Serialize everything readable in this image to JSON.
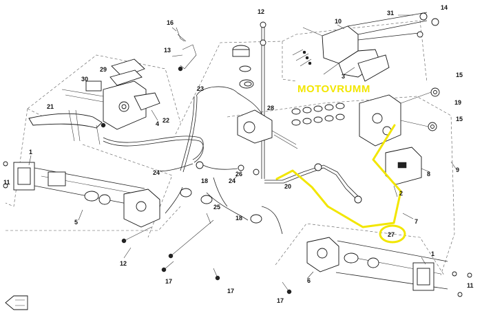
{
  "watermark": "MOTOVRUMM",
  "callouts": [
    {
      "id": "c1a",
      "text": "1"
    },
    {
      "id": "c1b",
      "text": "1"
    },
    {
      "id": "c2",
      "text": "2"
    },
    {
      "id": "c3",
      "text": "3"
    },
    {
      "id": "c4",
      "text": "4"
    },
    {
      "id": "c5",
      "text": "5"
    },
    {
      "id": "c6",
      "text": "6"
    },
    {
      "id": "c7",
      "text": "7"
    },
    {
      "id": "c8",
      "text": "8"
    },
    {
      "id": "c9",
      "text": "9"
    },
    {
      "id": "c10",
      "text": "10"
    },
    {
      "id": "c11a",
      "text": "11"
    },
    {
      "id": "c11b",
      "text": "11"
    },
    {
      "id": "c12a",
      "text": "12"
    },
    {
      "id": "c12b",
      "text": "12"
    },
    {
      "id": "c13",
      "text": "13"
    },
    {
      "id": "c14",
      "text": "14"
    },
    {
      "id": "c15a",
      "text": "15"
    },
    {
      "id": "c15b",
      "text": "15"
    },
    {
      "id": "c16",
      "text": "16"
    },
    {
      "id": "c17a",
      "text": "17"
    },
    {
      "id": "c17b",
      "text": "17"
    },
    {
      "id": "c17c",
      "text": "17"
    },
    {
      "id": "c18a",
      "text": "18"
    },
    {
      "id": "c18b",
      "text": "18"
    },
    {
      "id": "c19",
      "text": "19"
    },
    {
      "id": "c20",
      "text": "20"
    },
    {
      "id": "c21",
      "text": "21"
    },
    {
      "id": "c22",
      "text": "22"
    },
    {
      "id": "c23",
      "text": "23"
    },
    {
      "id": "c24a",
      "text": "24"
    },
    {
      "id": "c24b",
      "text": "24"
    },
    {
      "id": "c25",
      "text": "25"
    },
    {
      "id": "c26",
      "text": "26"
    },
    {
      "id": "c27",
      "text": "27"
    },
    {
      "id": "c28",
      "text": "28"
    },
    {
      "id": "c29",
      "text": "29"
    },
    {
      "id": "c30",
      "text": "30"
    },
    {
      "id": "c31",
      "text": "31"
    }
  ],
  "colors": {
    "line": "#222222",
    "highlight": "#f2e600",
    "background": "#ffffff"
  },
  "icons": {
    "direction": "fwd-arrow-icon"
  }
}
